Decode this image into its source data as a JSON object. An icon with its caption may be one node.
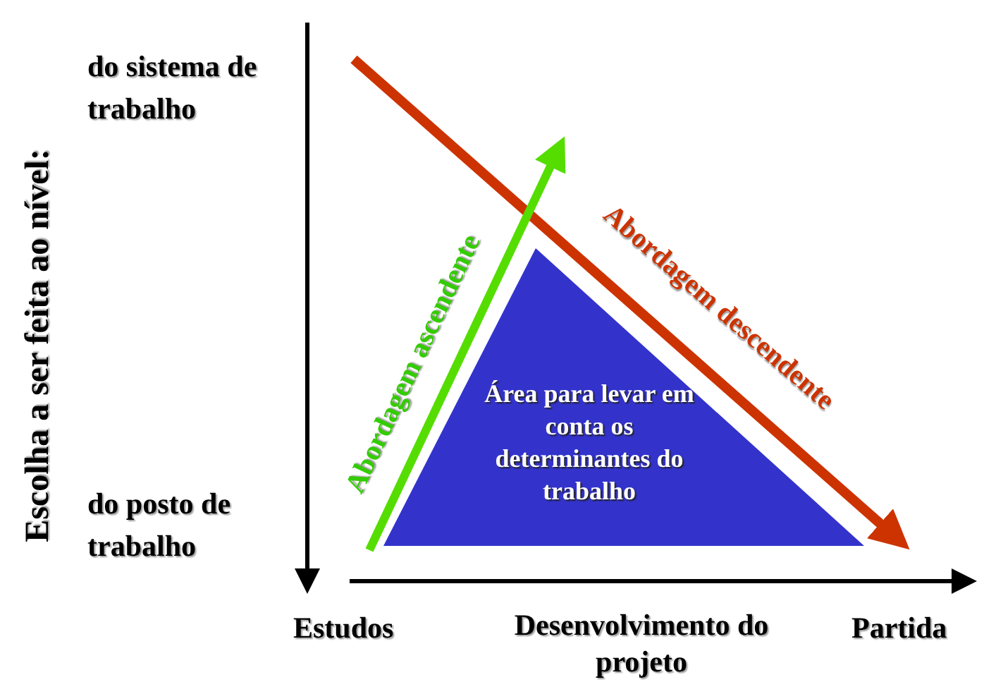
{
  "diagram": {
    "nodes": [
      {
        "text": [
          "Área para levar em conta os determinantes do trabalho"
        ]
      }
    ],
    "labels": [
      "Escolha a ser feita ao nível:",
      "do sistema de trabalho",
      "do posto de trabalho",
      "Abordagem ascendente",
      "Abordagem descendente",
      "Estudos",
      "Desenvolvimento do projeto",
      "Partida"
    ]
  }
}
